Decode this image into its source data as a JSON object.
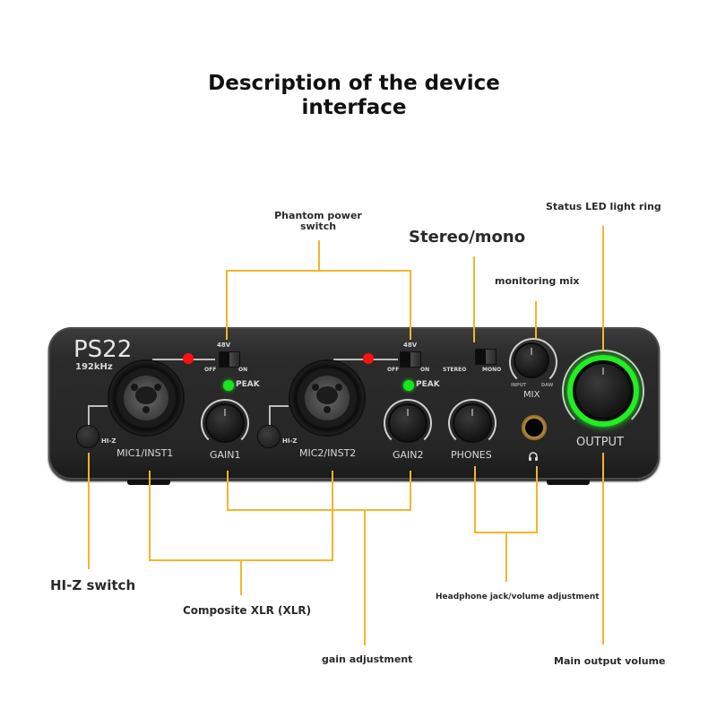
{
  "title": "Description of the device interface",
  "callouts": {
    "phantom_power": "Phantom power switch",
    "stereo_mono": "Stereo/mono",
    "status_led": "Status LED light ring",
    "monitoring_mix": "monitoring mix",
    "hiz_switch": "HI-Z switch",
    "composite_xlr": "Composite XLR (XLR)",
    "gain_adjustment": "gain adjustment",
    "headphone_jack": "Headphone jack/volume adjustment",
    "main_output": "Main output volume"
  },
  "device": {
    "model": "PS22",
    "sample_rate": "192kHz",
    "ch1": {
      "input_label": "MIC1/INST1",
      "gain_label": "GAIN1",
      "hiz_label": "HI-Z",
      "phantom_label": "48V",
      "off_label": "OFF",
      "on_label": "ON",
      "peak_label": "PEAK"
    },
    "ch2": {
      "input_label": "MIC2/INST2",
      "gain_label": "GAIN2",
      "hiz_label": "HI-Z",
      "phantom_label": "48V",
      "off_label": "OFF",
      "on_label": "ON",
      "peak_label": "PEAK"
    },
    "stereo_label": "STEREO",
    "mono_label": "MONO",
    "phones_label": "PHONES",
    "mix_label": "MIX",
    "mix_input_label": "INPUT",
    "mix_daw_label": "DAW",
    "output_label": "OUTPUT",
    "headphone_icon": "headphones-icon"
  },
  "colors": {
    "leader_line": "#f3b52b",
    "phantom_led": "#ff0000",
    "peak_led": "#19e619",
    "status_ring": "#22ee22",
    "jack_ring": "#b8913c"
  }
}
